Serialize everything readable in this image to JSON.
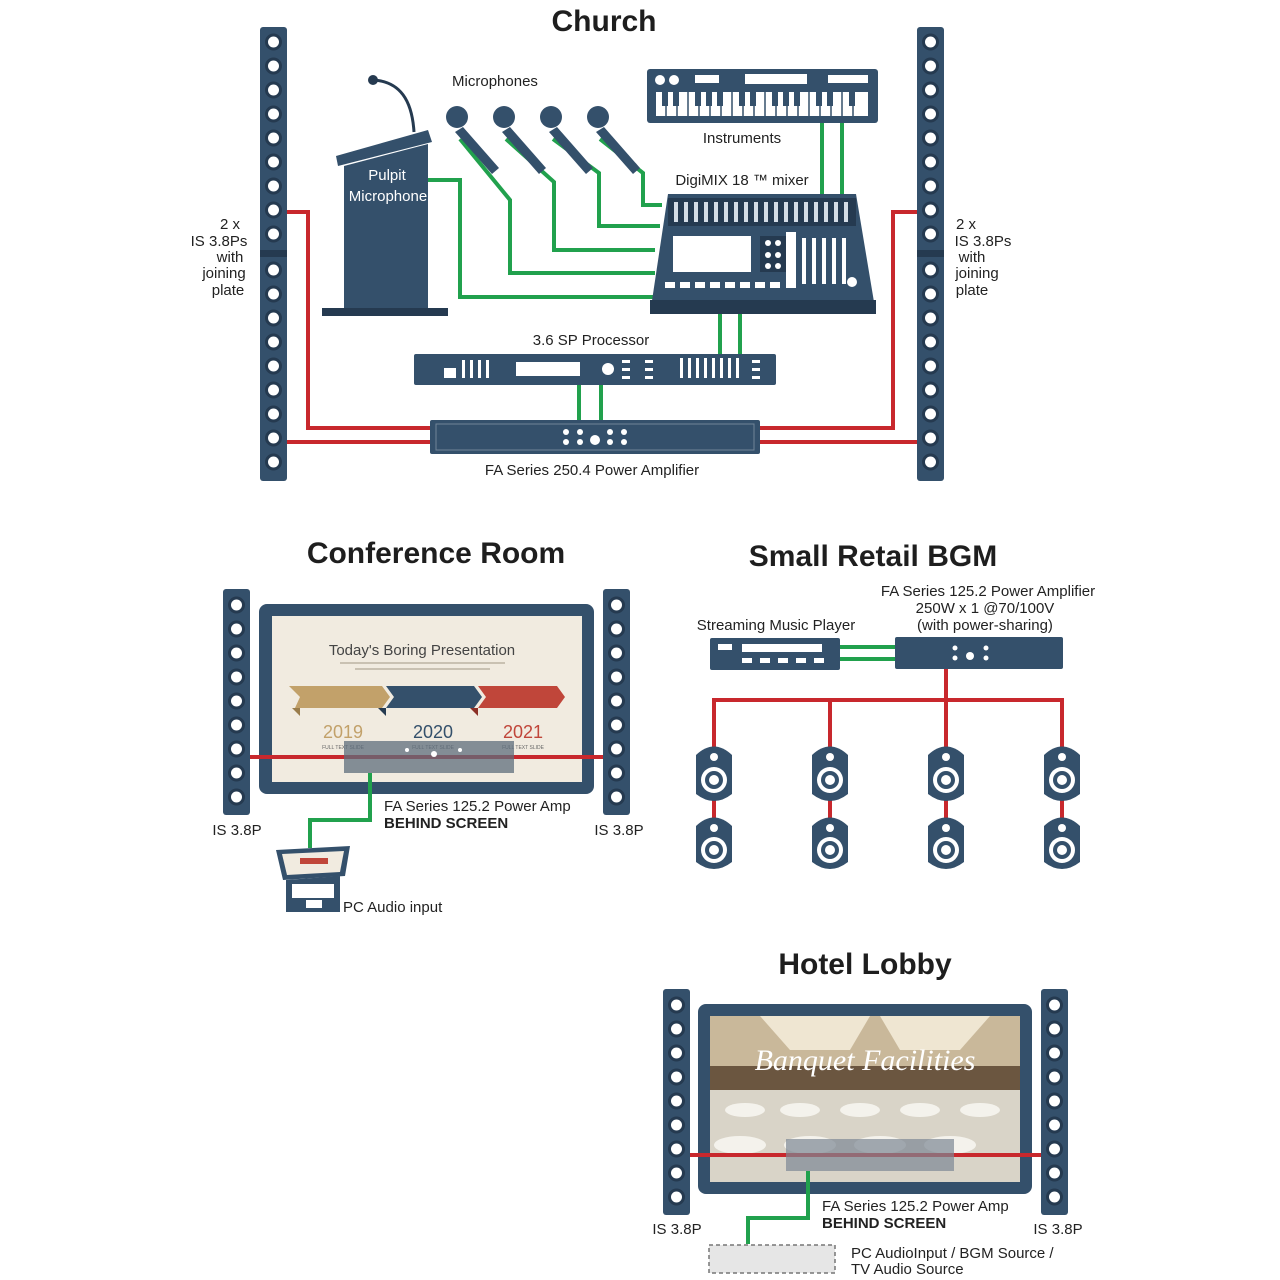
{
  "colors": {
    "navy": "#34506b",
    "navy_dark": "#253a50",
    "speaker_ring": "#e9eef3",
    "red_cable": "#c8282d",
    "green_cable": "#21a14d",
    "text": "#222222"
  },
  "church": {
    "title": "Church",
    "microphones_label": "Microphones",
    "instruments_label": "Instruments",
    "pulpit_label_1": "Pulpit",
    "pulpit_label_2": "Microphone",
    "mixer_label": "DigiMIX 18 ™ mixer",
    "processor_label": "3.6 SP Processor",
    "amplifier_label": "FA Series 250.4 Power Amplifier",
    "left_speaker_label": [
      "2 x",
      "IS 3.8Ps",
      "with",
      "joining",
      "plate"
    ],
    "right_speaker_label": [
      "2 x",
      "IS 3.8Ps",
      "with",
      "joining",
      "plate"
    ]
  },
  "conference": {
    "title": "Conference Room",
    "slide_title": "Today's Boring Presentation",
    "slide_years": [
      "2019",
      "2020",
      "2021"
    ],
    "slide_caption": "FULL TEXT SLIDE",
    "amp_label_1": "FA Series 125.2 Power Amp",
    "amp_label_2": "BEHIND SCREEN",
    "left_speaker_label": "IS 3.8P",
    "right_speaker_label": "IS 3.8P",
    "pc_label": "PC Audio input"
  },
  "retail": {
    "title": "Small Retail BGM",
    "player_label": "Streaming Music Player",
    "amp_label_1": "FA Series 125.2 Power Amplifier",
    "amp_label_2": "250W x 1 @70/100V",
    "amp_label_3": "(with power-sharing)"
  },
  "hotel": {
    "title": "Hotel Lobby",
    "screen_text": "Banquet Facilities",
    "amp_label_1": "FA Series 125.2 Power Amp",
    "amp_label_2": "BEHIND SCREEN",
    "left_speaker_label": "IS 3.8P",
    "right_speaker_label": "IS 3.8P",
    "source_label_1": "PC AudioInput / BGM Source /",
    "source_label_2": "TV Audio Source"
  }
}
